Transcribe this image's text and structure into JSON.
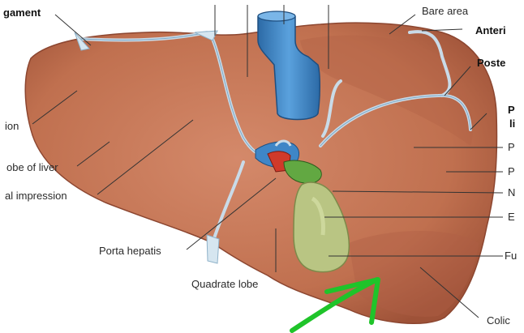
{
  "labels": {
    "ligament": "gament",
    "bare_area": "Bare area",
    "anterior": "Anteri",
    "posterior": "Poste",
    "right_top": "P",
    "right_top2": "li",
    "lobe_left": "ion",
    "lobe_of_liver": "obe of liver",
    "impression": "al impression",
    "porta_hepatis": "Porta hepatis",
    "quadrate_lobe": "Quadrate lobe",
    "r1": "P",
    "r2": "P",
    "r3": "N",
    "r4": "E",
    "r5": "Fu",
    "colic": "Colic"
  },
  "colors": {
    "liver": "#c8785a",
    "liver_dark": "#9a4e36",
    "vessel_blue": "#3f86c7",
    "gallbladder": "#b9c583",
    "ligament": "#c9dbe8",
    "annotation_green": "#1fc42a"
  }
}
